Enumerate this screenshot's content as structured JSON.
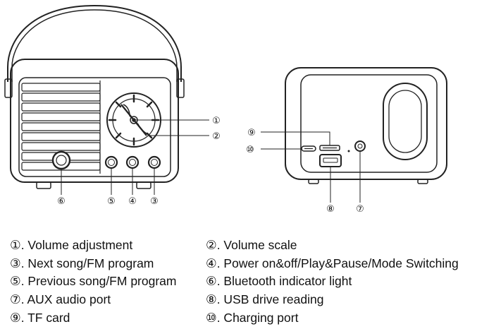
{
  "callouts": {
    "c1": "①",
    "c2": "②",
    "c3": "③",
    "c4": "④",
    "c5": "⑤",
    "c6": "⑥",
    "c7": "⑦",
    "c8": "⑧",
    "c9": "⑨",
    "c10": "⑩"
  },
  "legend": [
    {
      "num": "①",
      "text": ". Volume adjustment"
    },
    {
      "num": "②",
      "text": ". Volume scale"
    },
    {
      "num": "③",
      "text": ". Next song/FM program"
    },
    {
      "num": "④",
      "text": ". Power on&off/Play&Pause/Mode Switching"
    },
    {
      "num": "⑤",
      "text": ". Previous song/FM program"
    },
    {
      "num": "⑥",
      "text": ". Bluetooth indicator light"
    },
    {
      "num": "⑦",
      "text": ". AUX audio port"
    },
    {
      "num": "⑧",
      "text": ". USB drive reading"
    },
    {
      "num": "⑨",
      "text": ". TF card"
    },
    {
      "num": "⑩",
      "text": ". Charging port"
    }
  ]
}
